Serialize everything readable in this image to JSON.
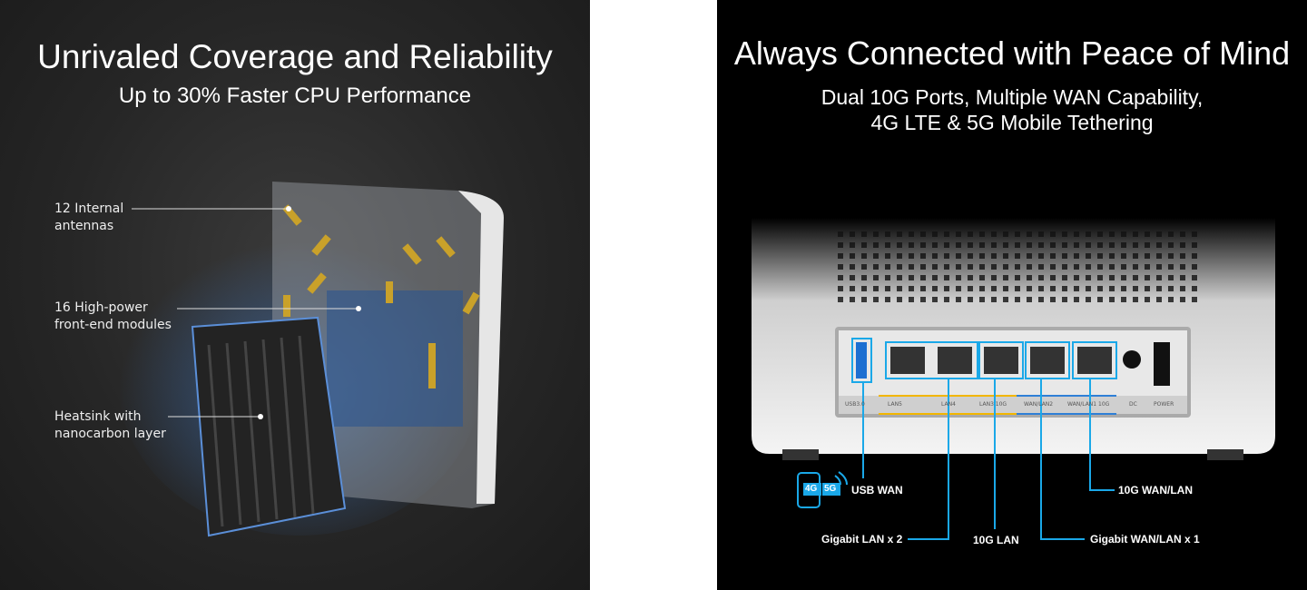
{
  "left": {
    "title": "Unrivaled Coverage and Reliability",
    "subtitle": "Up to 30% Faster CPU Performance",
    "callouts": [
      {
        "line1": "12 Internal",
        "line2": "antennas"
      },
      {
        "line1": "16 High-power",
        "line2": "front-end modules"
      },
      {
        "line1": "Heatsink with",
        "line2": "nanocarbon layer"
      }
    ]
  },
  "right": {
    "title": "Always Connected with Peace of Mind",
    "subtitle_line1": "Dual 10G Ports, Multiple WAN Capability,",
    "subtitle_line2": "4G LTE & 5G Mobile Tethering",
    "port_labels": [
      "USB3.0",
      "LAN5",
      "LAN4",
      "LAN3 10G",
      "WAN/LAN2",
      "WAN/LAN1 10G",
      "DC",
      "POWER"
    ],
    "badge": {
      "g4": "4G",
      "g5": "5G"
    },
    "callouts": {
      "usb": "USB WAN",
      "gig_lan": "Gigabit LAN x 2",
      "lan10": "10G LAN",
      "gig_wan": "Gigabit WAN/LAN x 1",
      "wan10": "10G WAN/LAN"
    },
    "accent": "#1aa8e8"
  }
}
